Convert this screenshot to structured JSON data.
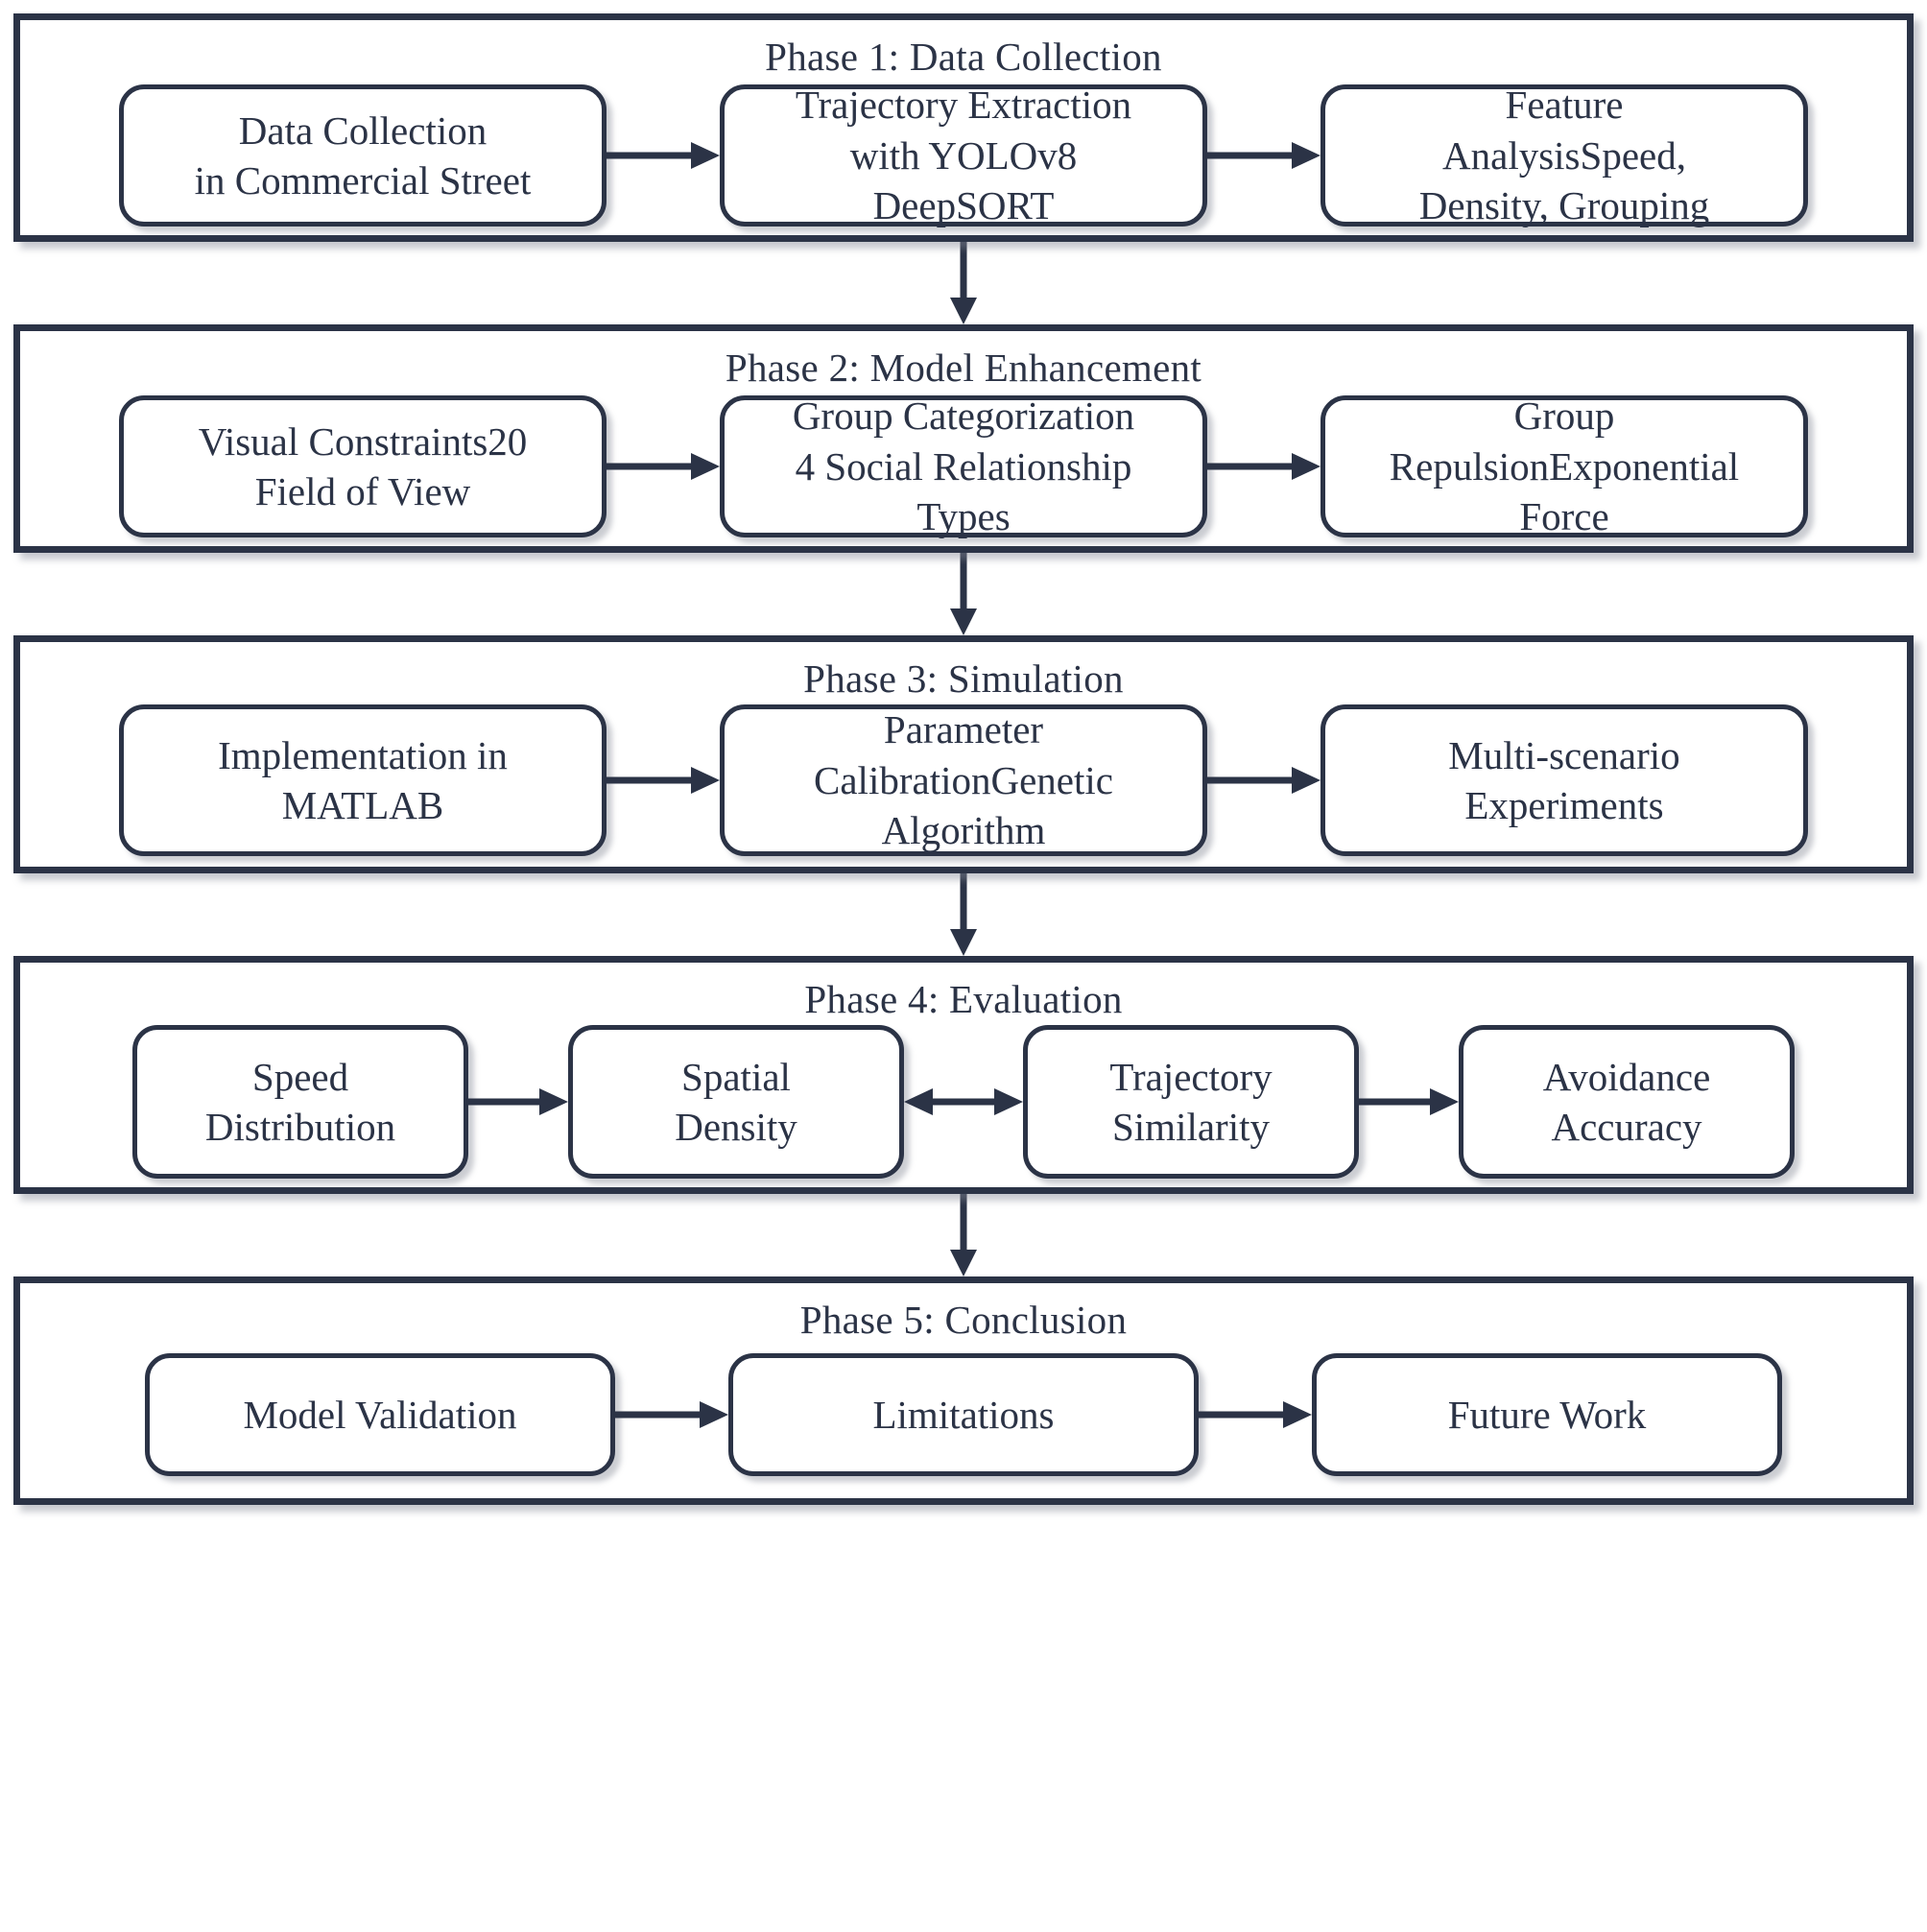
{
  "diagram": {
    "title": "Research Methodology Flowchart",
    "colors": {
      "border": "#2b3346",
      "text": "#2b3346",
      "background": "#ffffff",
      "arrow": "#2b3346"
    },
    "phases": [
      {
        "id": "phase1",
        "title": "Phase 1: Data Collection",
        "nodes": [
          {
            "label": "Data Collection\nin Commercial Street"
          },
          {
            "label": "Trajectory Extraction\nwith YOLOv8\nDeepSORT"
          },
          {
            "label": "Feature\nAnalysisSpeed,\nDensity, Grouping"
          }
        ],
        "connectors": [
          "arrow-right",
          "arrow-right"
        ]
      },
      {
        "id": "phase2",
        "title": "Phase 2: Model Enhancement",
        "nodes": [
          {
            "label": "Visual Constraints20\nField of View"
          },
          {
            "label": "Group Categorization\n4 Social Relationship\nTypes"
          },
          {
            "label": "Group\nRepulsionExponential\nForce"
          }
        ],
        "connectors": [
          "arrow-right",
          "arrow-right"
        ]
      },
      {
        "id": "phase3",
        "title": "Phase 3: Simulation",
        "nodes": [
          {
            "label": "Implementation in\nMATLAB"
          },
          {
            "label": "Parameter\nCalibrationGenetic\nAlgorithm"
          },
          {
            "label": "Multi-scenario\nExperiments"
          }
        ],
        "connectors": [
          "arrow-right",
          "arrow-right"
        ]
      },
      {
        "id": "phase4",
        "title": "Phase 4: Evaluation",
        "nodes": [
          {
            "label": "Speed\nDistribution"
          },
          {
            "label": "Spatial\nDensity"
          },
          {
            "label": "Trajectory\nSimilarity"
          },
          {
            "label": "Avoidance\nAccuracy"
          }
        ],
        "connectors": [
          "arrow-right",
          "arrow-bidirectional",
          "arrow-right"
        ]
      },
      {
        "id": "phase5",
        "title": "Phase 5: Conclusion",
        "nodes": [
          {
            "label": "Model Validation"
          },
          {
            "label": "Limitations"
          },
          {
            "label": "Future Work"
          }
        ],
        "connectors": [
          "arrow-right",
          "arrow-right"
        ]
      }
    ],
    "phase_connectors": [
      {
        "from": "phase1",
        "to": "phase2",
        "type": "arrow-down"
      },
      {
        "from": "phase2",
        "to": "phase3",
        "type": "arrow-down"
      },
      {
        "from": "phase3",
        "to": "phase4",
        "type": "arrow-down"
      },
      {
        "from": "phase4",
        "to": "phase5",
        "type": "arrow-down"
      }
    ]
  }
}
